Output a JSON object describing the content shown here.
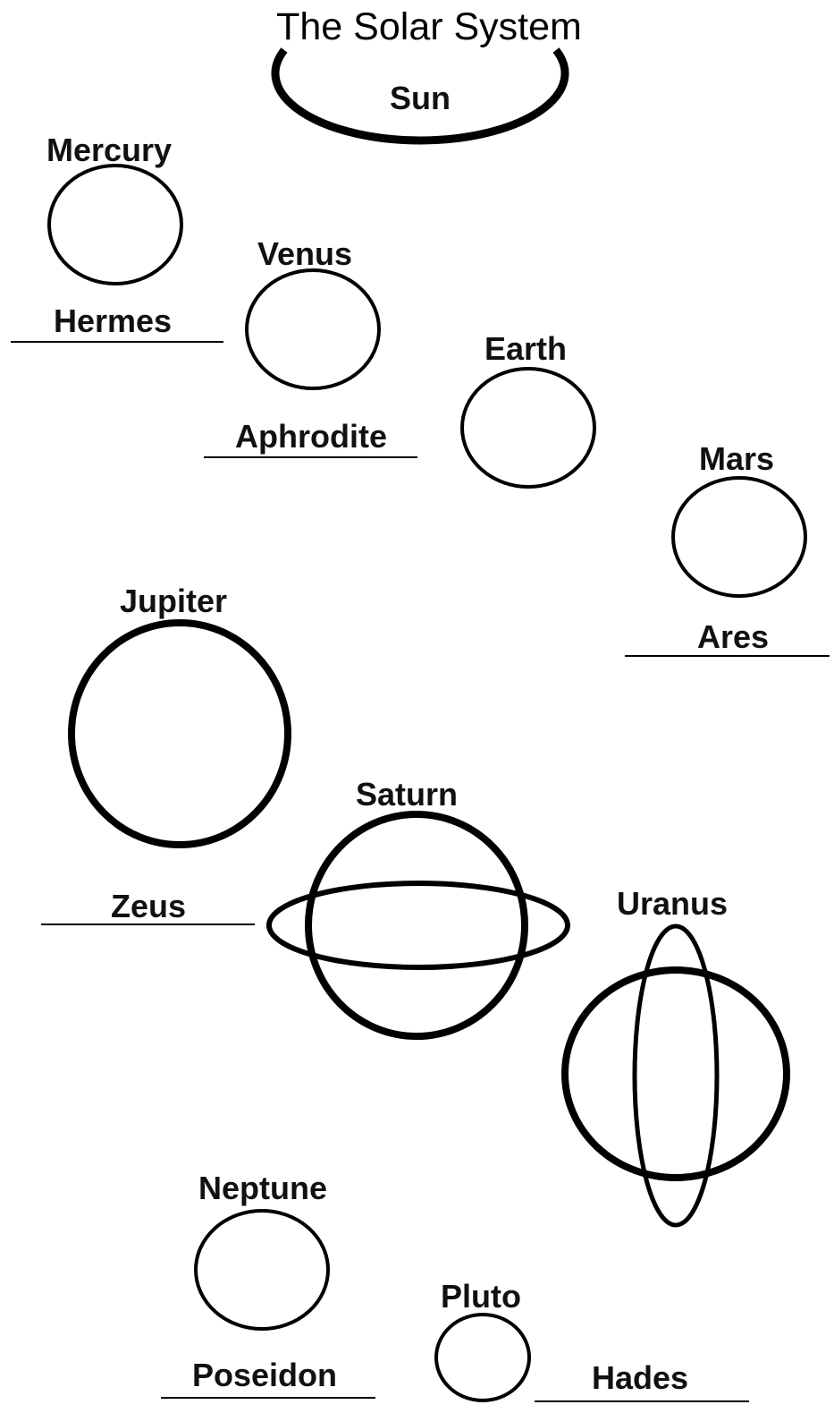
{
  "title": "The Solar System",
  "bodies": {
    "sun": {
      "name": "Sun"
    },
    "mercury": {
      "name": "Mercury",
      "god": "Hermes"
    },
    "venus": {
      "name": "Venus",
      "god": "Aphrodite"
    },
    "earth": {
      "name": "Earth"
    },
    "mars": {
      "name": "Mars",
      "god": "Ares"
    },
    "jupiter": {
      "name": "Jupiter",
      "god": "Zeus"
    },
    "saturn": {
      "name": "Saturn"
    },
    "uranus": {
      "name": "Uranus"
    },
    "neptune": {
      "name": "Neptune",
      "god": "Poseidon"
    },
    "pluto": {
      "name": "Pluto",
      "god": "Hades"
    }
  },
  "colors": {
    "ink": "#000000",
    "background": "#ffffff"
  }
}
